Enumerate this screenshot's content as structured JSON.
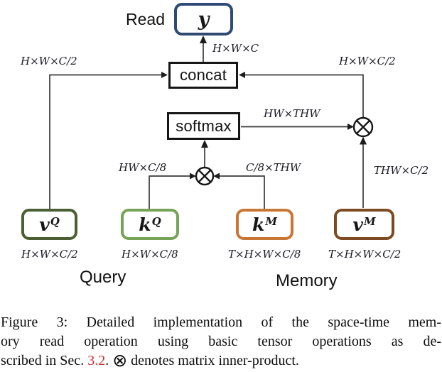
{
  "diagram": {
    "read_label": "Read",
    "output_node": {
      "symbol": "y",
      "dim": "H×W×C"
    },
    "ops": {
      "concat": "concat",
      "softmax": "softmax"
    },
    "edge_labels": {
      "left_to_concat": "H×W×C/2",
      "right_to_concat": "H×W×C/2",
      "softmax_to_otimes": "HW×THW",
      "kq_to_otimes": "HW×C/8",
      "km_to_otimes": "C/8×THW",
      "vm_to_otimes": "THW×C/2"
    },
    "tensors": [
      {
        "id": "vq",
        "base": "v",
        "sup": "Q",
        "dim": "H×W×C/2",
        "border_color": "#4a5f33"
      },
      {
        "id": "kq",
        "base": "k",
        "sup": "Q",
        "dim": "H×W×C/8",
        "border_color": "#76a356"
      },
      {
        "id": "km",
        "base": "k",
        "sup": "M",
        "dim": "T×H×W×C/8",
        "border_color": "#c97634"
      },
      {
        "id": "vm",
        "base": "v",
        "sup": "M",
        "dim": "T×H×W×C/2",
        "border_color": "#7d4a22"
      }
    ],
    "groups": {
      "query": "Query",
      "memory": "Memory"
    },
    "colors": {
      "output_box_border": "#2e4a73",
      "op_box_border": "#161616",
      "wire": "#3a3a3a"
    }
  },
  "caption": {
    "line1": "Figure 3: Detailed implementation of the space-time mem-",
    "line2": "ory read operation using basic tensor operations as de-",
    "line3_pre": "scribed in Sec. ",
    "sec_ref": "3.2",
    "line3_mid": ". ",
    "otimes_symbol": "⊗",
    "line3_post": " denotes matrix inner-product.",
    "ref_color": "#d03030"
  }
}
